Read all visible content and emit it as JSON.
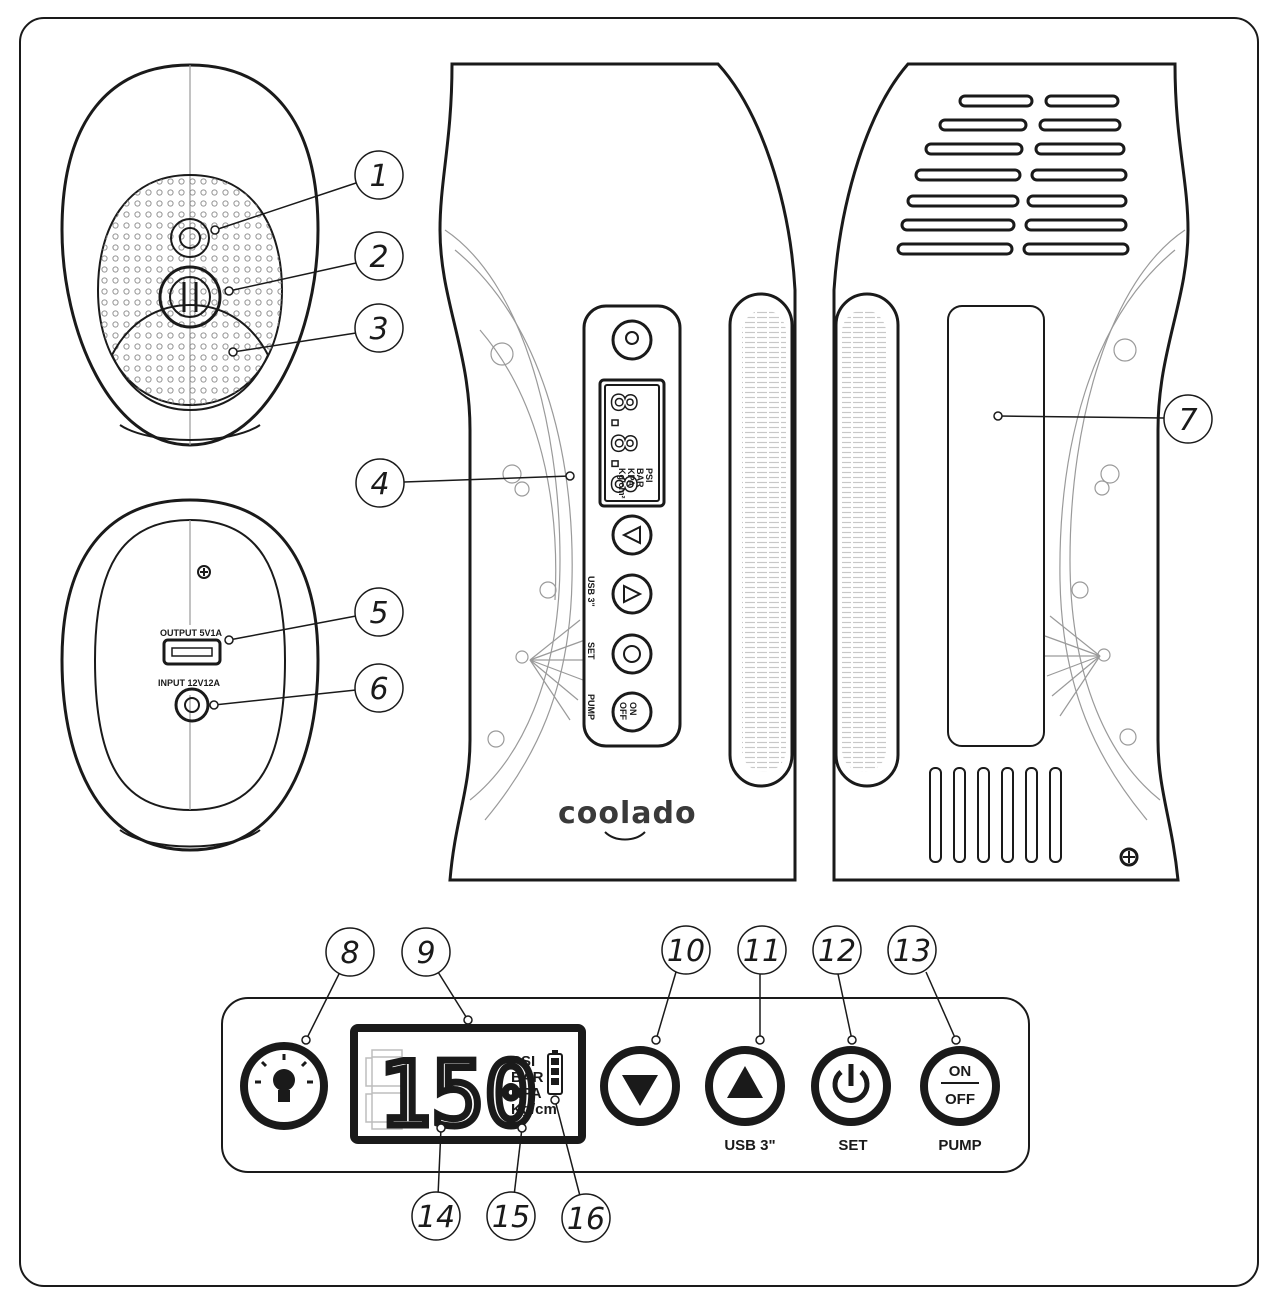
{
  "brand": "coolado",
  "callouts": [
    "1",
    "2",
    "3",
    "4",
    "5",
    "6",
    "7",
    "8",
    "9",
    "10",
    "11",
    "12",
    "13",
    "14",
    "15",
    "16"
  ],
  "port_labels": {
    "output": "OUTPUT  5V1A",
    "input": "INPUT  12V12A"
  },
  "mini_display": {
    "digits": "8.8.8",
    "units": [
      "PSI",
      "BAR",
      "KPA",
      "Kg/cm²"
    ]
  },
  "side_labels": {
    "usb": "USB 3\"",
    "set": "SET",
    "pump": "PUMP"
  },
  "panel": {
    "display_value": "150",
    "units": [
      "PSI",
      "BAR",
      "KPA",
      "Kg/cm"
    ],
    "usb_label": "USB 3\"",
    "set_label": "SET",
    "pump_label": "PUMP",
    "on_label": "ON",
    "off_label": "OFF"
  },
  "colors": {
    "ink": "#1a1a1a",
    "faint": "#9a9a9a",
    "shade": "#e6e6e6"
  },
  "icons": [
    "bulb-icon",
    "triangle-down-icon",
    "triangle-up-icon",
    "power-icon",
    "screw-icon"
  ]
}
